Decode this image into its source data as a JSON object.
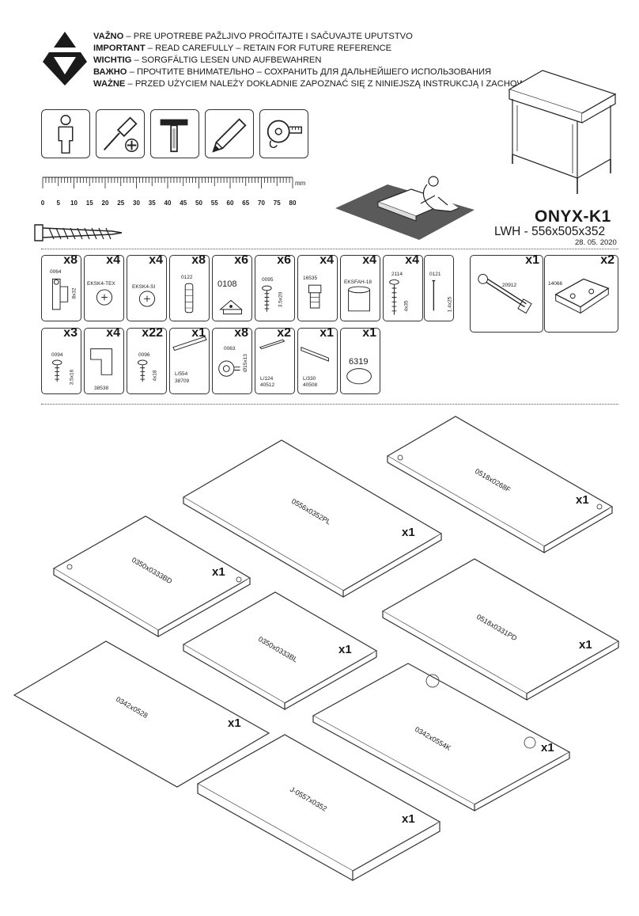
{
  "warnings": [
    {
      "bold": "VAŽNO",
      "text": " – PRE UPOTREBE PAŽLJIVO PROČITAJTE I SAČUVAJTE UPUTSTVO"
    },
    {
      "bold": "IMPORTANT",
      "text": " – READ CAREFULLY – RETAIN FOR FUTURE REFERENCE"
    },
    {
      "bold": "WICHTIG",
      "text": " – SORGFÄLTIG LESEN UND AUFBEWAHREN"
    },
    {
      "bold": "ВАЖНО",
      "text": " – ПРОЧТИТЕ ВНИМАТЕЛЬНО – СОХРАНИТЬ ДЛЯ ДАЛЬНЕЙШЕГО ИСПОЛЬЗОВАНИЯ"
    },
    {
      "bold": "WAŻNE",
      "text": " – PRZED UŻYCIEM NALEŻY DOKŁADNIE ZAPOZNAĆ SIĘ Z NINIEJSZĄ INSTRUKCJĄ I ZACHOWAĆ JĄ"
    }
  ],
  "tools": [
    "person-icon",
    "screwdriver-icon",
    "hammer-icon",
    "pencil-icon",
    "tape-measure-icon"
  ],
  "ruler": {
    "unit": "mm",
    "labels": [
      "0",
      "5",
      "10",
      "15",
      "20",
      "25",
      "30",
      "35",
      "40",
      "45",
      "50",
      "55",
      "60",
      "65",
      "70",
      "75",
      "80"
    ]
  },
  "product": {
    "name": "ONYX-K1",
    "dims": "LWH - 556x505x352",
    "date": "28. 05. 2020"
  },
  "hardware_row1": [
    {
      "qty": "x8",
      "code": "0064",
      "extra": "8x32"
    },
    {
      "qty": "x4",
      "code": "EKSK4-TEX"
    },
    {
      "qty": "x4",
      "code": "EKSK4-SI"
    },
    {
      "qty": "x8",
      "code": "0122"
    },
    {
      "qty": "x6",
      "code": "0108"
    },
    {
      "qty": "x6",
      "code": "0095",
      "extra": "3.5x20"
    },
    {
      "qty": "x4",
      "code": "16535"
    },
    {
      "qty": "x4",
      "code": "EKSFAH-18"
    },
    {
      "qty": "x4",
      "code": "2114",
      "extra": "4x35"
    },
    {
      "qty": "",
      "code": "0121",
      "extra": "1.4x25"
    },
    {
      "qty": "x1",
      "code": "20912"
    },
    {
      "qty": "x2",
      "code": "14066"
    }
  ],
  "hardware_row2": [
    {
      "qty": "x3",
      "code": "0094",
      "extra": "3.5x16"
    },
    {
      "qty": "x4",
      "code": "38538"
    },
    {
      "qty": "x22",
      "code": "0096",
      "extra": "4x18"
    },
    {
      "qty": "x1",
      "code": "L/554",
      "extra": "38709"
    },
    {
      "qty": "x8",
      "code": "0063",
      "extra": "Ø15x13"
    },
    {
      "qty": "x2",
      "code": "L/124",
      "extra": "40512"
    },
    {
      "qty": "x1",
      "code": "L/330",
      "extra": "40508"
    },
    {
      "qty": "x1",
      "code": "6319"
    }
  ],
  "panels": [
    {
      "label": "0518x0268F",
      "qty": "x1"
    },
    {
      "label": "0556x0352PL",
      "qty": "x1"
    },
    {
      "label": "0350x0333BD",
      "qty": "x1"
    },
    {
      "label": "0518x0331PD",
      "qty": "x1"
    },
    {
      "label": "0350x0333BL",
      "qty": "x1"
    },
    {
      "label": "0342x0528",
      "qty": "x1"
    },
    {
      "label": "0342x0554K",
      "qty": "x1"
    },
    {
      "label": "J-0557x0352",
      "qty": "x1"
    }
  ]
}
